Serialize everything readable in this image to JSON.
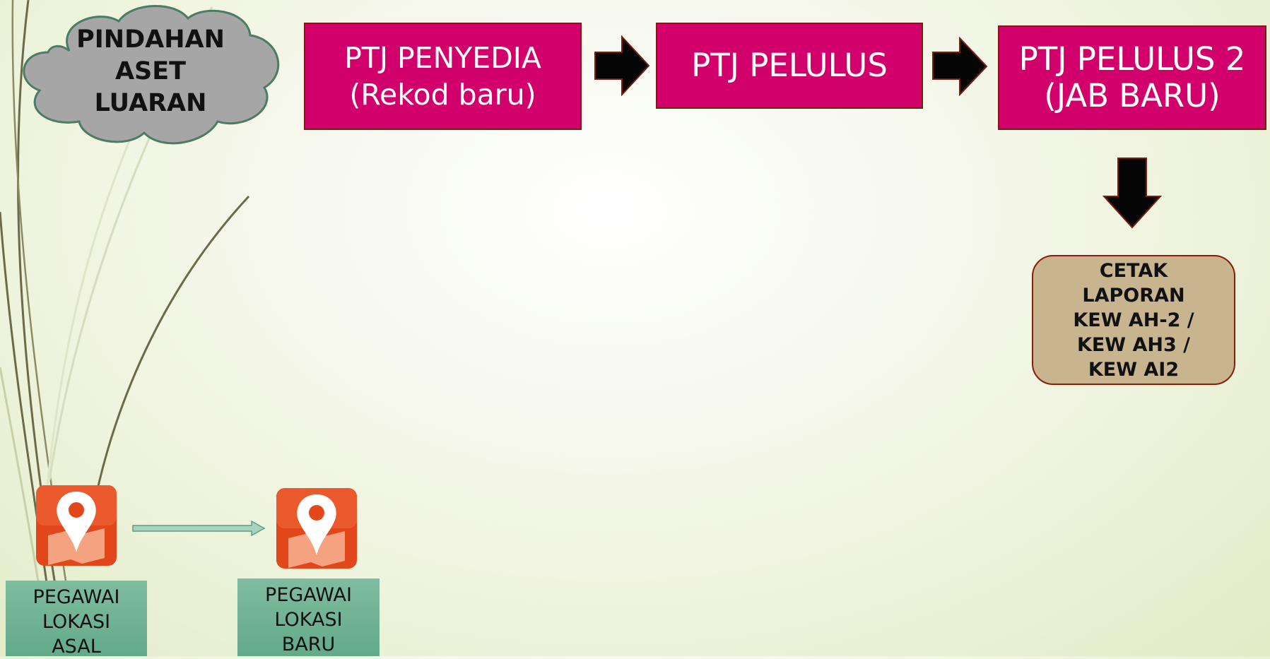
{
  "cloud": {
    "lines": [
      "PINDAHAN",
      "ASET",
      "LUARAN"
    ]
  },
  "flow": {
    "boxes": [
      {
        "line1": "PTJ PENYEDIA",
        "line2": "(Rekod baru)"
      },
      {
        "line1": "PTJ PELULUS",
        "line2": ""
      },
      {
        "line1": "PTJ PELULUS 2",
        "line2": "(JAB BARU)"
      }
    ],
    "report": {
      "lines": [
        "CETAK",
        "LAPORAN",
        "KEW AH-2 /",
        "KEW AH3 /",
        "KEW AI2"
      ]
    }
  },
  "locations": {
    "origin": {
      "lines": [
        "PEGAWAI",
        "LOKASI",
        "ASAL"
      ]
    },
    "destination": {
      "lines": [
        "PEGAWAI",
        "LOKASI",
        "BARU"
      ]
    }
  },
  "colors": {
    "box_fill": "#d1006a",
    "box_border": "#7a1f10",
    "cloud_fill": "#a6a6a6",
    "cloud_stroke": "#4a7d64",
    "report_fill": "#c8b48f",
    "pin_tile": "#e2471b",
    "location_label": "#6fb394"
  },
  "icons": [
    "map-pin-icon",
    "right-arrow-icon",
    "down-arrow-icon"
  ]
}
